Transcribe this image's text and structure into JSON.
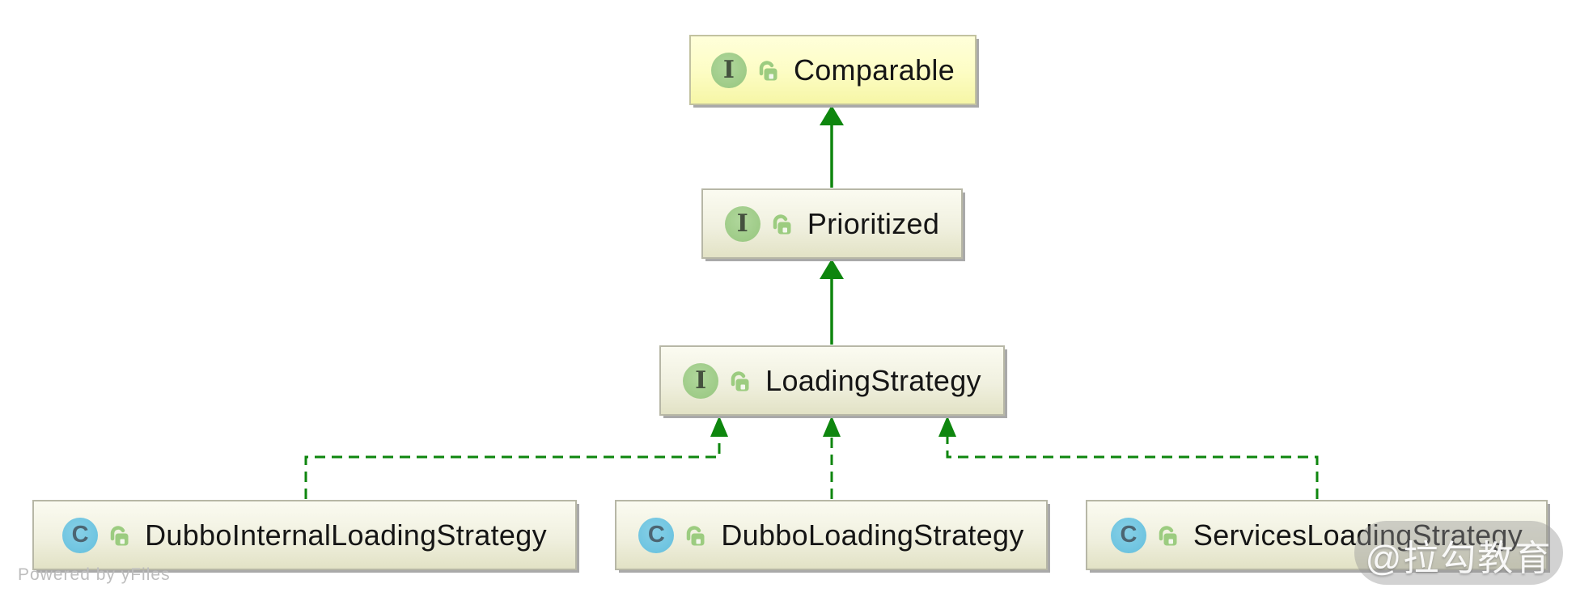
{
  "diagram": {
    "icon_letters": {
      "interface": "I",
      "class": "C"
    },
    "nodes": [
      {
        "label": "Comparable",
        "kind": "interface",
        "selected": true,
        "badge_icon": "interface-badge",
        "visibility_icon": "open-lock"
      },
      {
        "label": "Prioritized",
        "kind": "interface",
        "selected": false,
        "badge_icon": "interface-badge",
        "visibility_icon": "open-lock"
      },
      {
        "label": "LoadingStrategy",
        "kind": "interface",
        "selected": false,
        "badge_icon": "interface-badge",
        "visibility_icon": "open-lock"
      },
      {
        "label": "DubboInternalLoadingStrategy",
        "kind": "class",
        "selected": false,
        "badge_icon": "class-badge",
        "visibility_icon": "open-lock"
      },
      {
        "label": "DubboLoadingStrategy",
        "kind": "class",
        "selected": false,
        "badge_icon": "class-badge",
        "visibility_icon": "open-lock"
      },
      {
        "label": "ServicesLoadingStrategy",
        "kind": "class",
        "selected": false,
        "badge_icon": "class-badge",
        "visibility_icon": "open-lock"
      }
    ],
    "edges": [
      {
        "from": "Prioritized",
        "to": "Comparable",
        "relation": "extends",
        "line_style": "solid"
      },
      {
        "from": "LoadingStrategy",
        "to": "Prioritized",
        "relation": "extends",
        "line_style": "solid"
      },
      {
        "from": "DubboInternalLoadingStrategy",
        "to": "LoadingStrategy",
        "relation": "implements",
        "line_style": "dashed"
      },
      {
        "from": "DubboLoadingStrategy",
        "to": "LoadingStrategy",
        "relation": "implements",
        "line_style": "dashed"
      },
      {
        "from": "ServicesLoadingStrategy",
        "to": "LoadingStrategy",
        "relation": "implements",
        "line_style": "dashed"
      }
    ],
    "colors": {
      "edge_green": "#0e860e",
      "interface_badge_green": "#9ecb87",
      "class_badge_blue": "#6ec4e0",
      "lock_green": "#9ccc80",
      "selected_node_fill_top": "#ffffda",
      "selected_node_fill_bottom": "#f6f6a6",
      "node_fill_top": "#fbfbf1",
      "node_fill_bottom": "#e2e2c5",
      "node_border": "#b7b7a6"
    }
  },
  "watermarks": {
    "yfiles": "Powered by yFiles",
    "badge": "@拉勾教育"
  }
}
